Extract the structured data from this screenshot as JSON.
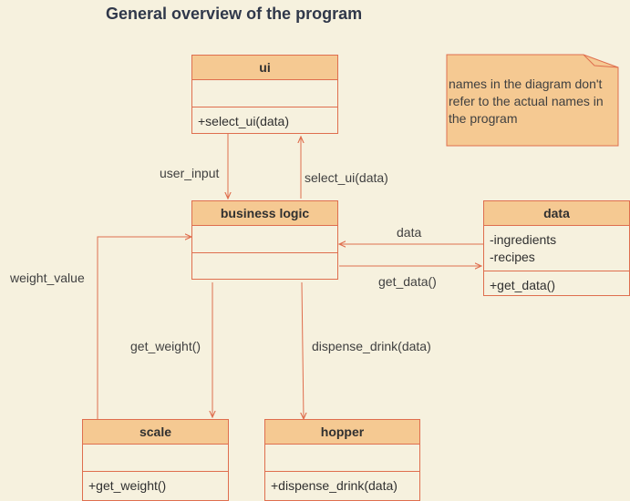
{
  "title": "General overview of the program",
  "classes": {
    "ui": {
      "name": "ui",
      "attributes": [],
      "methods": [
        "+select_ui(data)"
      ]
    },
    "business_logic": {
      "name": "business logic",
      "attributes": [],
      "methods": []
    },
    "data": {
      "name": "data",
      "attributes": [
        "-ingredients",
        "-recipes"
      ],
      "methods": [
        "+get_data()"
      ]
    },
    "scale": {
      "name": "scale",
      "attributes": [],
      "methods": [
        "+get_weight()"
      ]
    },
    "hopper": {
      "name": "hopper",
      "attributes": [],
      "methods": [
        "+dispense_drink(data)"
      ]
    }
  },
  "edges": {
    "user_input": "user_input",
    "select_ui": "select_ui(data)",
    "data": "data",
    "get_data": "get_data()",
    "weight_value": "weight_value",
    "get_weight": "get_weight()",
    "dispense_drink": "dispense_drink(data)"
  },
  "note": "names in the diagram don't\nrefer to the actual names in\nthe program",
  "colors": {
    "stroke": "#df6e4e",
    "header": "#f5c992",
    "background": "#f6f1de",
    "note": "#f5c992"
  }
}
